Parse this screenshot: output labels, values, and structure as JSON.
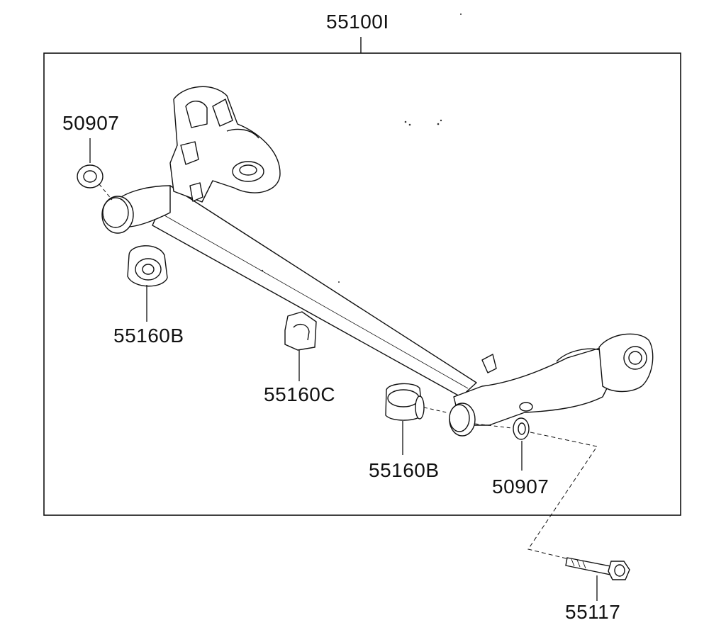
{
  "assembly": {
    "label": "55100I"
  },
  "parts": {
    "washer_left": {
      "label": "50907",
      "icon": "washer-icon"
    },
    "bushing_left": {
      "label": "55160B",
      "icon": "bushing-icon"
    },
    "bracket_center": {
      "label": "55160C",
      "icon": "bracket-icon"
    },
    "bushing_right": {
      "label": "55160B",
      "icon": "bushing-icon"
    },
    "washer_right": {
      "label": "50907",
      "icon": "washer-icon"
    },
    "bolt": {
      "label": "55117",
      "icon": "bolt-icon"
    }
  }
}
